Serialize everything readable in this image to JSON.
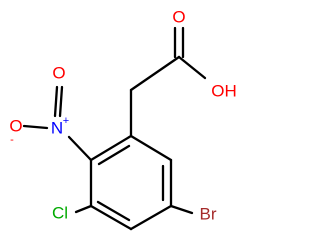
{
  "molecule": {
    "atoms": {
      "carboxyl_o_double": {
        "text": "O",
        "color": "#ff0000"
      },
      "hydroxyl": {
        "text": "OH",
        "color": "#ff0000"
      },
      "nitro_o_top": {
        "text": "O",
        "color": "#ff0000"
      },
      "nitro_o_bottom": {
        "text": "O",
        "color": "#ff0000"
      },
      "nitro_n": {
        "text": "N",
        "color": "#0000ff"
      },
      "chlorine": {
        "text": "Cl",
        "color": "#00aa00"
      },
      "bromine": {
        "text": "Br",
        "color": "#a52a2a"
      }
    },
    "charges": {
      "nitro_n_plus": {
        "text": "+",
        "color": "#0000ff"
      },
      "nitro_o_minus": {
        "text": "-",
        "color": "#ff0000"
      }
    },
    "bond_color": "#000000"
  }
}
